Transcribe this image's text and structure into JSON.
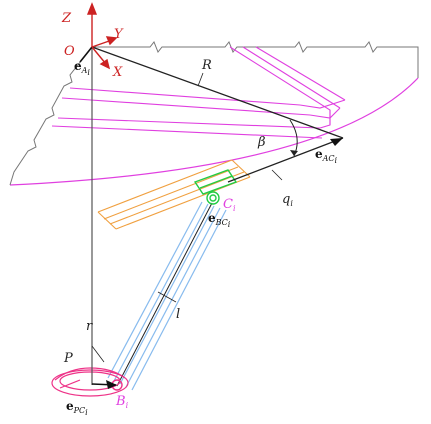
{
  "colors": {
    "line": "#333333",
    "axis_red": "#cc2222",
    "magenta": "#e040e0",
    "orange": "#f0a040",
    "green": "#22cc44",
    "blue": "#88bbee",
    "pink": "#ee3388"
  },
  "labels": {
    "z_axis": "Z",
    "y_axis": "Y",
    "x_axis": "X",
    "origin": "O",
    "radius_R": "R",
    "angle_beta": "β",
    "length_q": "q",
    "length_l": "l",
    "length_r": "r",
    "platform_P": "P",
    "joint_C": "C",
    "joint_B": "B",
    "vec_e": "e",
    "sub_i": "i"
  },
  "vector_subscripts": {
    "eA": "A",
    "eAC": "AC",
    "eBC": "BC",
    "ePC": "PC"
  }
}
